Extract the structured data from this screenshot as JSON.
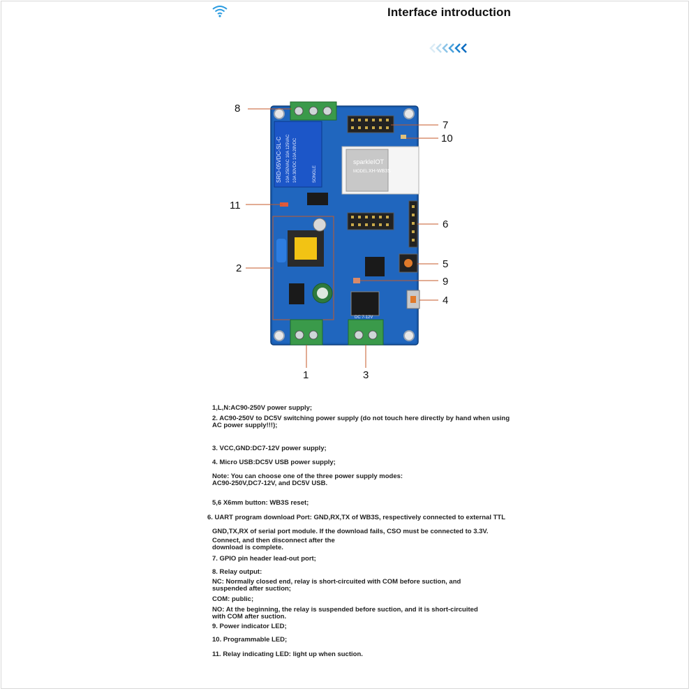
{
  "header": {
    "title": "Interface introduction",
    "icons": [
      "wifi-icon",
      "chevron-left-icon"
    ]
  },
  "board": {
    "callouts": [
      "1",
      "2",
      "3",
      "4",
      "5",
      "6",
      "7",
      "8",
      "9",
      "10",
      "11"
    ],
    "module_model": "XH-WB3S",
    "module_brand": "sparkleIOT",
    "relay_line1": "SRD-05VDC-SL-C",
    "relay_line2": "10A 250VAC 10A 125VAC",
    "relay_line3": "10A 30VDC 10A 28VDC",
    "relay_brand": "SONGLE",
    "input_label": "DC 7-12V",
    "model_label": "MODEL"
  },
  "description": {
    "lines": [
      "1,L,N:AC90-250V power supply;",
      "2. AC90-250V to DC5V switching power supply (do not touch here directly by hand when using",
      "AC power supply!!!);",
      "3. VCC,GND:DC7-12V power supply;",
      "4. Micro USB:DC5V USB power supply;",
      "Note: You can choose one of the three power supply modes:",
      "AC90-250V,DC7-12V, and DC5V USB.",
      "5,6 X6mm button: WB3S reset;",
      "6. UART program download Port: GND,RX,TX of WB3S, respectively connected to external TTL",
      "GND,TX,RX of serial port module. If the download fails, CSO must be connected to 3.3V.",
      "Connect, and then disconnect after the",
      "download is complete.",
      "7. GPIO pin header lead-out port;",
      "8. Relay output:",
      "NC: Normally closed end, relay is short-circuited with COM before suction, and",
      "suspended after suction;",
      "COM: public;",
      "NO: At the beginning, the relay is suspended before suction, and it is short-circuited",
      "with COM after suction.",
      "9. Power indicator LED;",
      "10. Programmable LED;",
      "11. Relay indicating LED: light up when suction."
    ]
  }
}
